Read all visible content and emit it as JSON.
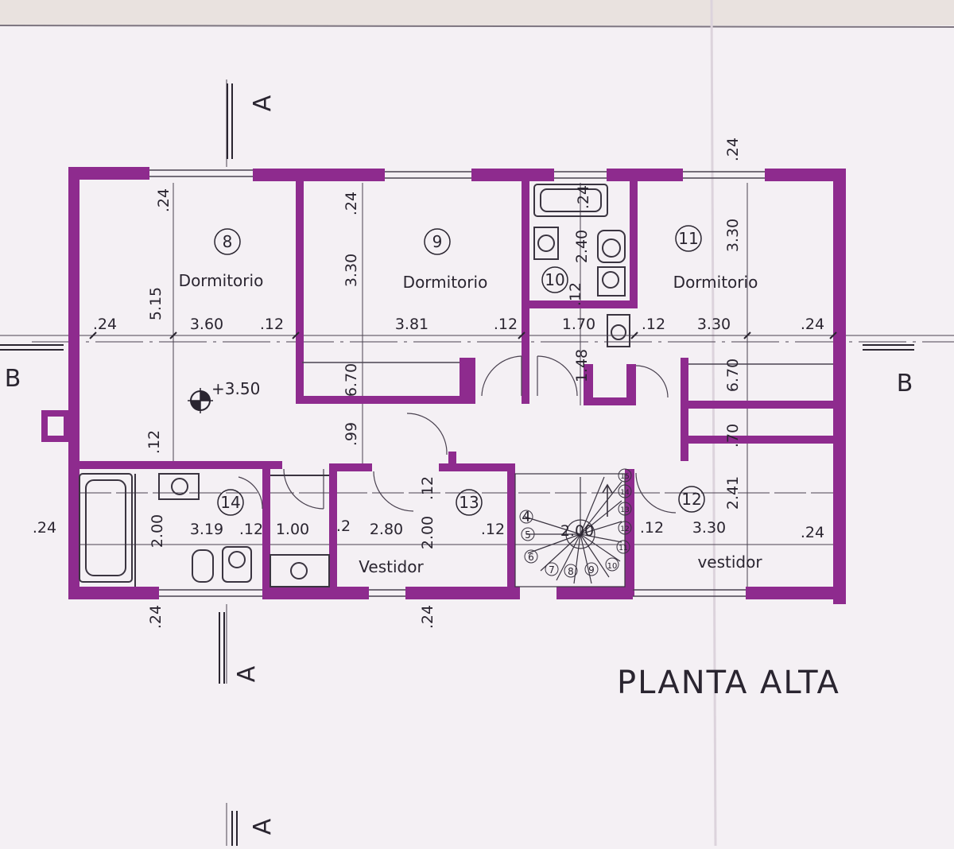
{
  "plan": {
    "title": "PLANTA ALTA",
    "level": "+3.50",
    "section_marks": {
      "a": "A",
      "b": "B"
    },
    "colors": {
      "wall": "#8e2b8e",
      "paper": "#f4f0f4",
      "line": "#3a3440"
    },
    "rooms": [
      {
        "number": "8",
        "name": "Dormitorio"
      },
      {
        "number": "9",
        "name": "Dormitorio"
      },
      {
        "number": "10",
        "name": ""
      },
      {
        "number": "11",
        "name": "Dormitorio"
      },
      {
        "number": "12",
        "name": "vestidor"
      },
      {
        "number": "13",
        "name": "Vestidor"
      },
      {
        "number": "14",
        "name": ""
      }
    ],
    "dimensions": [
      ".24",
      "5.15",
      "3.60",
      ".12",
      ".24",
      "3.30",
      "3.81",
      ".12",
      ".24",
      "2.40",
      "1.70",
      ".12",
      ".24",
      "3.30",
      "3.30",
      ".24",
      "6.70",
      "1.48",
      "6.70",
      ".99",
      ".12",
      ".24",
      "2.00",
      "3.19",
      ".12",
      "1.00",
      ".2",
      "2.80",
      "2.00",
      ".12",
      ".12",
      "2.00",
      ".12",
      "3.30",
      ".24",
      "2.41",
      ".70",
      ".24",
      ".24",
      ".24",
      ".12"
    ],
    "stair_steps": [
      "4",
      "5",
      "6",
      "7",
      "8",
      "9",
      "10",
      "11",
      "12",
      "13",
      "14",
      "15"
    ]
  }
}
